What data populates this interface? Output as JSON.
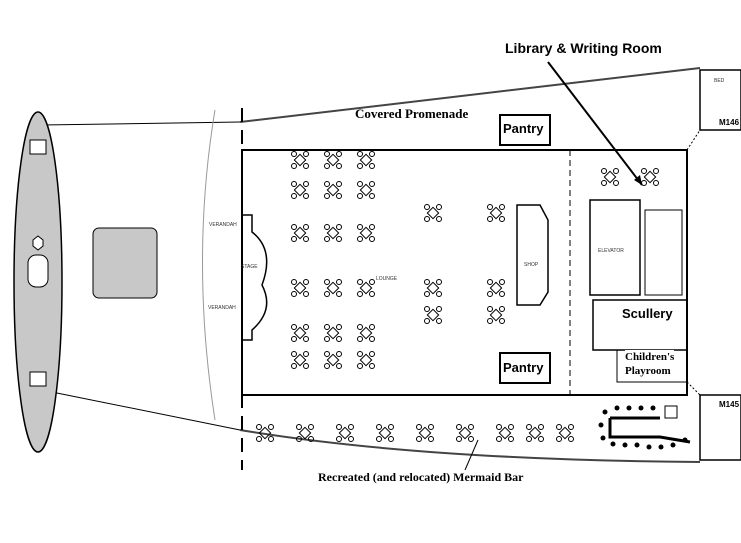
{
  "labels": {
    "library": "Library & Writing Room",
    "promenade": "Covered Promenade",
    "pantry_top": "Pantry",
    "pantry_bottom": "Pantry",
    "scullery": "Scullery",
    "playroom_line1": "Children's",
    "playroom_line2": "Playroom",
    "mermaid_bar": "Recreated (and relocated) Mermaid Bar",
    "lounge": "LOUNGE",
    "stage": "STAGE",
    "verandah_top": "VERANDAH",
    "verandah_bottom": "VERANDAH",
    "shop": "SHOP",
    "cabin_top": "M146",
    "cabin_bottom": "M145",
    "bed": "BED",
    "elevator": "ELEVATOR"
  },
  "colors": {
    "ink": "#000000",
    "funnel": "#c8c8c8",
    "hull": "#555555"
  }
}
